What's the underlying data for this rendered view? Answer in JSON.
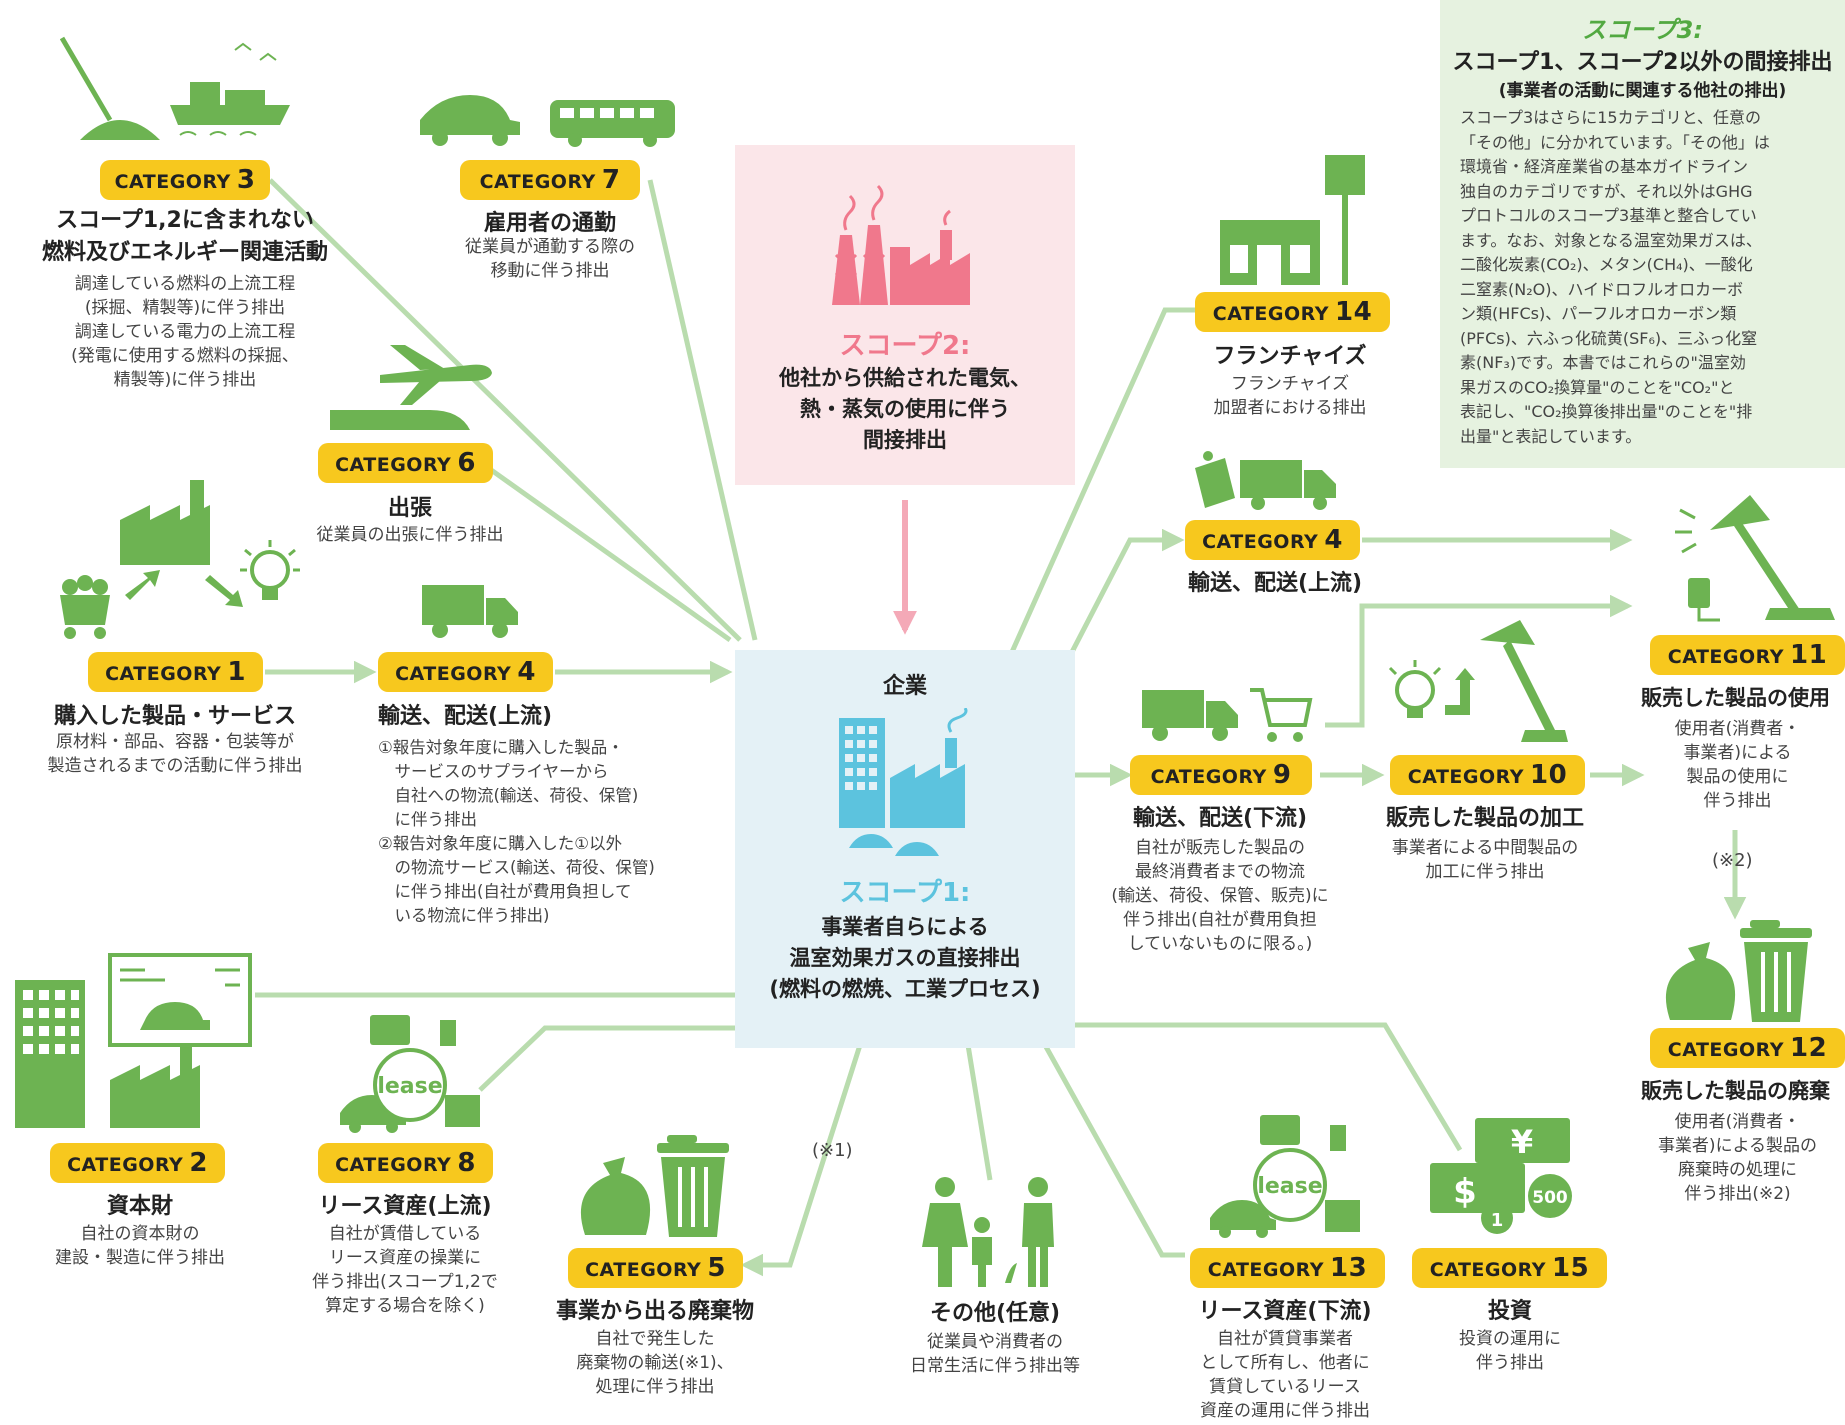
{
  "category_label": "CATEGORY",
  "scope3": {
    "label": "スコープ3:",
    "title": "スコープ1、スコープ2以外の間接排出",
    "subtitle": "(事業者の活動に関連する他社の排出)",
    "body": [
      "スコープ3はさらに15カテゴリと、任意の",
      "「その他」に分かれています。「その他」は",
      "環境省・経済産業省の基本ガイドライン",
      "独自のカテゴリですが、それ以外はGHG",
      "プロトコルのスコープ3基準と整合してい",
      "ます。なお、対象となる温室効果ガスは、",
      "二酸化炭素(CO₂)、メタン(CH₄)、一酸化",
      "二窒素(N₂O)、ハイドロフルオロカーボ",
      "ン類(HFCs)、パーフルオロカーボン類",
      "(PFCs)、六ふっ化硫黄(SF₆)、三ふっ化窒",
      "素(NF₃)です。本書ではこれらの\"温室効",
      "果ガスのCO₂換算量\"のことを\"CO₂\"と",
      "表記し、\"CO₂換算後排出量\"のことを\"排",
      "出量\"と表記しています。"
    ]
  },
  "scope2": {
    "label": "スコープ2:",
    "lines": [
      "他社から供給された電気、",
      "熱・蒸気の使用に伴う",
      "間接排出"
    ]
  },
  "scope1": {
    "company": "企業",
    "label": "スコープ1:",
    "lines": [
      "事業者自らによる",
      "温室効果ガスの直接排出",
      "(燃料の燃焼、工業プロセス)"
    ]
  },
  "cat3": {
    "num": "3",
    "title": [
      "スコープ1,2に含まれない",
      "燃料及びエネルギー関連活動"
    ],
    "desc": [
      "調達している燃料の上流工程",
      "(採掘、精製等)に伴う排出",
      "調達している電力の上流工程",
      "(発電に使用する燃料の採掘、",
      "精製等)に伴う排出"
    ]
  },
  "cat7": {
    "num": "7",
    "title": "雇用者の通勤",
    "desc": [
      "従業員が通勤する際の",
      "移動に伴う排出"
    ]
  },
  "cat6": {
    "num": "6",
    "title": "出張",
    "desc": [
      "従業員の出張に伴う排出"
    ]
  },
  "cat1": {
    "num": "1",
    "title": "購入した製品・サービス",
    "desc": [
      "原材料・部品、容器・包装等が",
      "製造されるまでの活動に伴う排出"
    ]
  },
  "cat4a": {
    "num": "4",
    "title": "輸送、配送(上流)",
    "desc": [
      "①報告対象年度に購入した製品・",
      "　サービスのサプライヤーから",
      "　自社への物流(輸送、荷役、保管)",
      "　に伴う排出",
      "②報告対象年度に購入した①以外",
      "　の物流サービス(輸送、荷役、保管)",
      "　に伴う排出(自社が費用負担して",
      "　いる物流に伴う排出)"
    ]
  },
  "cat14": {
    "num": "14",
    "title": "フランチャイズ",
    "desc": [
      "フランチャイズ",
      "加盟者における排出"
    ]
  },
  "cat4b": {
    "num": "4",
    "title": "輸送、配送(上流)"
  },
  "cat11": {
    "num": "11",
    "title": "販売した製品の使用",
    "desc": [
      "使用者(消費者・",
      "事業者)による",
      "製品の使用に",
      "伴う排出"
    ]
  },
  "cat9": {
    "num": "9",
    "title": "輸送、配送(下流)",
    "desc": [
      "自社が販売した製品の",
      "最終消費者までの物流",
      "(輸送、荷役、保管、販売)に",
      "伴う排出(自社が費用負担",
      "していないものに限る。)"
    ]
  },
  "cat10": {
    "num": "10",
    "title": "販売した製品の加工",
    "desc": [
      "事業者による中間製品の",
      "加工に伴う排出"
    ]
  },
  "cat12": {
    "num": "12",
    "title": "販売した製品の廃棄",
    "desc": [
      "使用者(消費者・",
      "事業者)による製品の",
      "廃棄時の処理に",
      "伴う排出(※2)"
    ]
  },
  "cat2": {
    "num": "2",
    "title": "資本財",
    "desc": [
      "自社の資本財の",
      "建設・製造に伴う排出"
    ]
  },
  "cat8": {
    "num": "8",
    "title": "リース資産(上流)",
    "desc": [
      "自社が賃借している",
      "リース資産の操業に",
      "伴う排出(スコープ1,2で",
      "算定する場合を除く)"
    ]
  },
  "cat5": {
    "num": "5",
    "title": "事業から出る廃棄物",
    "desc": [
      "自社で発生した",
      "廃棄物の輸送(※1)、",
      "処理に伴う排出"
    ]
  },
  "other": {
    "title": "その他(任意)",
    "desc": [
      "従業員や消費者の",
      "日常生活に伴う排出等"
    ]
  },
  "cat13": {
    "num": "13",
    "title": "リース資産(下流)",
    "desc": [
      "自社が賃貸事業者",
      "として所有し、他者に",
      "賃貸しているリース",
      "資産の運用に伴う排出"
    ]
  },
  "cat15": {
    "num": "15",
    "title": "投資",
    "desc": [
      "投資の運用に",
      "伴う排出"
    ]
  },
  "note1": "(※1)",
  "note2": "(※2)",
  "icons": {
    "lease_text": "lease",
    "yen": "¥",
    "dollar": "$",
    "coin500": "500",
    "coin1": "1"
  },
  "colors": {
    "green": "#6db352",
    "line": "#b9dcae",
    "yellow": "#f7c81e",
    "pink_bg": "#fbe6e9",
    "pink": "#f0788c",
    "blue_bg": "#e4f1f6",
    "blue": "#5cc3de",
    "scope3_bg": "#e6f2e0",
    "scope3_label": "#52a941"
  }
}
